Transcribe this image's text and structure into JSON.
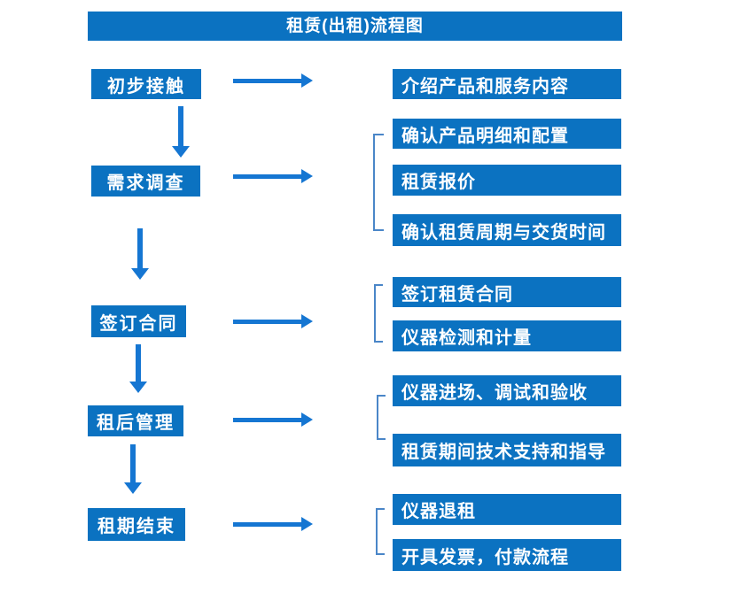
{
  "title": "租赁(出租)流程图",
  "colors": {
    "box_blue": "#0b72c1",
    "arrow_blue": "#1576d2",
    "bracket_blue": "#4a86c8",
    "text_white": "#ffffff",
    "background": "#ffffff"
  },
  "stages": [
    {
      "label": "初步接触",
      "details": [
        "介绍产品和服务内容"
      ]
    },
    {
      "label": "需求调查",
      "details": [
        "确认产品明细和配置",
        "租赁报价",
        "确认租赁周期与交货时间"
      ]
    },
    {
      "label": "签订合同",
      "details": [
        "签订租赁合同",
        "仪器检测和计量"
      ]
    },
    {
      "label": "租后管理",
      "details": [
        "仪器进场、调试和验收",
        "租赁期间技术支持和指导"
      ]
    },
    {
      "label": "租期结束",
      "details": [
        "仪器退租",
        "开具发票，付款流程"
      ]
    }
  ]
}
